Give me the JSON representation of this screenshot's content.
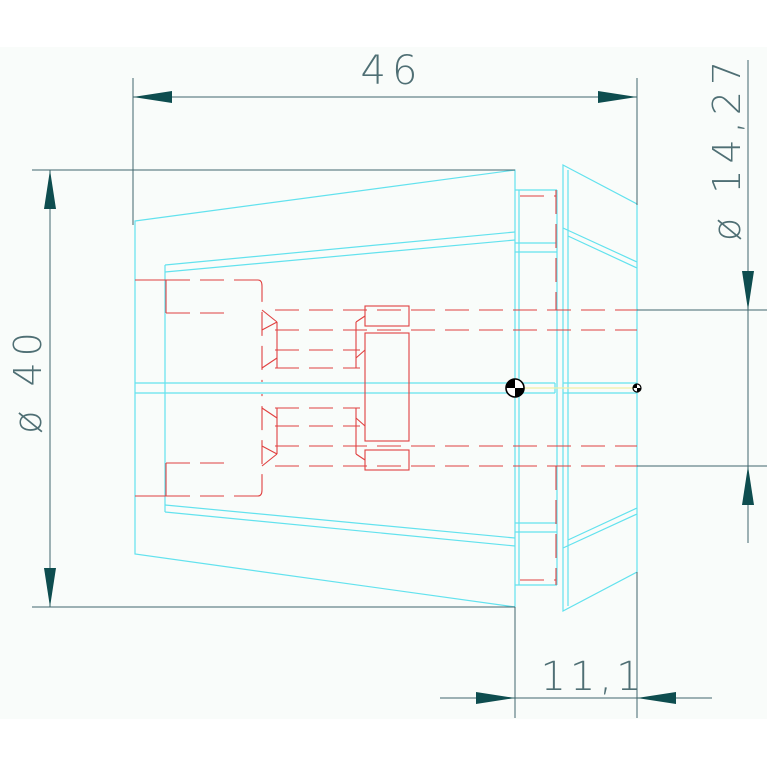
{
  "drawing": {
    "title": "",
    "colors": {
      "paper": "#f9fcfa",
      "dimension": "#41666d",
      "arrow": "#0e4d4f",
      "outline": "#63e2ee",
      "hidden": "#e04040",
      "axis": "#f0f0a8"
    }
  },
  "dimensions": {
    "overall_length": "46",
    "outer_diameter": "ø 40",
    "bore_diameter": "ø 14,27",
    "nose_length": "11,1"
  }
}
